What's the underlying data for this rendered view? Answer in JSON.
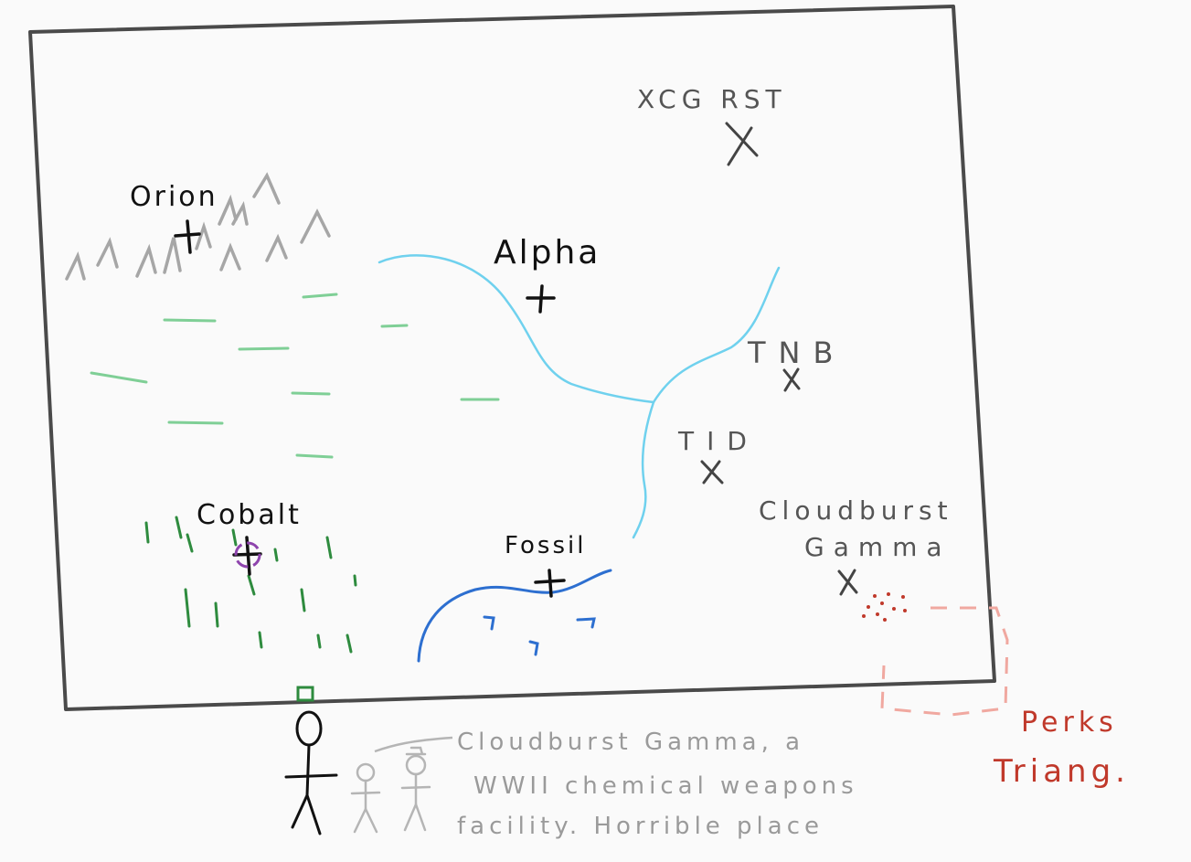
{
  "map": {
    "cities": [
      {
        "name": "Orion"
      },
      {
        "name": "Alpha"
      },
      {
        "name": "Cobalt"
      },
      {
        "name": "Fossil"
      }
    ],
    "sites": [
      {
        "name": "XCG RST"
      },
      {
        "name": "TNB"
      },
      {
        "name": "TID"
      },
      {
        "name_line1": "Cloudburst",
        "name_line2": "Gamma"
      }
    ],
    "annotation": {
      "line1": "Cloudburst Gamma, a",
      "line2": "WWII chemical weapons",
      "line3": "facility. Horrible place"
    },
    "region_label": {
      "line1": "Perks",
      "line2": "Triang."
    },
    "colors": {
      "frame": "#4a4a4a",
      "mountains": "#a6a6a6",
      "grassland": "#7fcf96",
      "forest": "#2e8b3e",
      "river_light": "#6fd1ee",
      "river_dark": "#2d6fd0",
      "marker_purple": "#8e44ad",
      "danger_dots": "#c0392b",
      "boundary": "#f0a8a0"
    },
    "icons": [
      "city-cross-icon",
      "site-x-icon",
      "mountain-icon",
      "stick-figure-icon"
    ]
  }
}
